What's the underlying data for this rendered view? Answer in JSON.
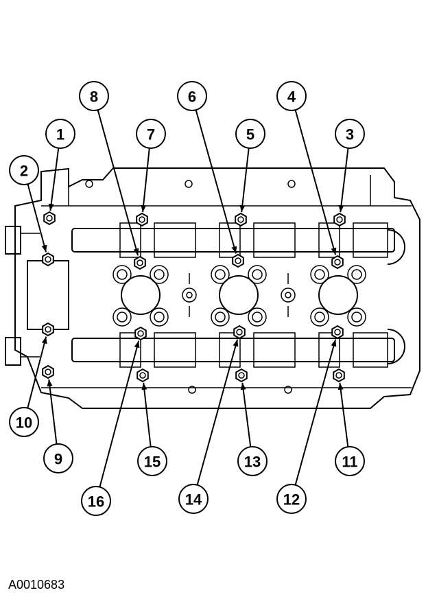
{
  "figure_code": "A0010683",
  "callouts": [
    {
      "label": "1"
    },
    {
      "label": "2"
    },
    {
      "label": "3"
    },
    {
      "label": "4"
    },
    {
      "label": "5"
    },
    {
      "label": "6"
    },
    {
      "label": "7"
    },
    {
      "label": "8"
    },
    {
      "label": "9"
    },
    {
      "label": "10"
    },
    {
      "label": "11"
    },
    {
      "label": "12"
    },
    {
      "label": "13"
    },
    {
      "label": "14"
    },
    {
      "label": "15"
    },
    {
      "label": "16"
    }
  ],
  "colors": {
    "line": "#000000",
    "background": "#ffffff"
  }
}
